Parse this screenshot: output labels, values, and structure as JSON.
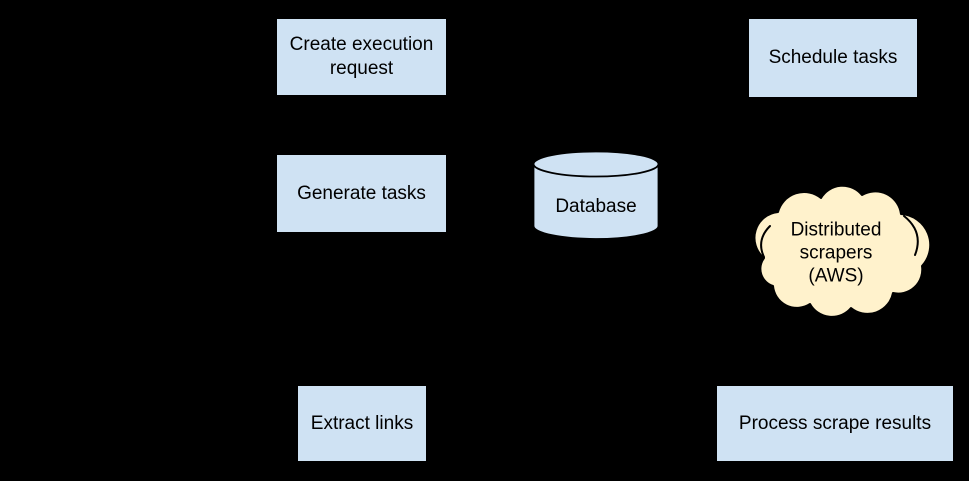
{
  "diagram": {
    "background": "#000000",
    "text_color": "#000000",
    "nodes": {
      "create_execution_request": {
        "label": "Create execution request",
        "shape": "rectangle",
        "fill": "#cfe2f3"
      },
      "generate_tasks": {
        "label": "Generate tasks",
        "shape": "rectangle",
        "fill": "#cfe2f3"
      },
      "schedule_tasks": {
        "label": "Schedule tasks",
        "shape": "rectangle",
        "fill": "#cfe2f3"
      },
      "extract_links": {
        "label": "Extract links",
        "shape": "rectangle",
        "fill": "#cfe2f3"
      },
      "process_scrape_results": {
        "label": "Process scrape results",
        "shape": "rectangle",
        "fill": "#cfe2f3"
      },
      "database": {
        "label": "Database",
        "shape": "cylinder",
        "fill": "#cfe2f3",
        "stroke": "#000000"
      },
      "distributed_scrapers": {
        "label": "Distributed scrapers (AWS)",
        "shape": "cloud",
        "fill": "#fff2cc",
        "stroke": "#000000"
      }
    }
  }
}
